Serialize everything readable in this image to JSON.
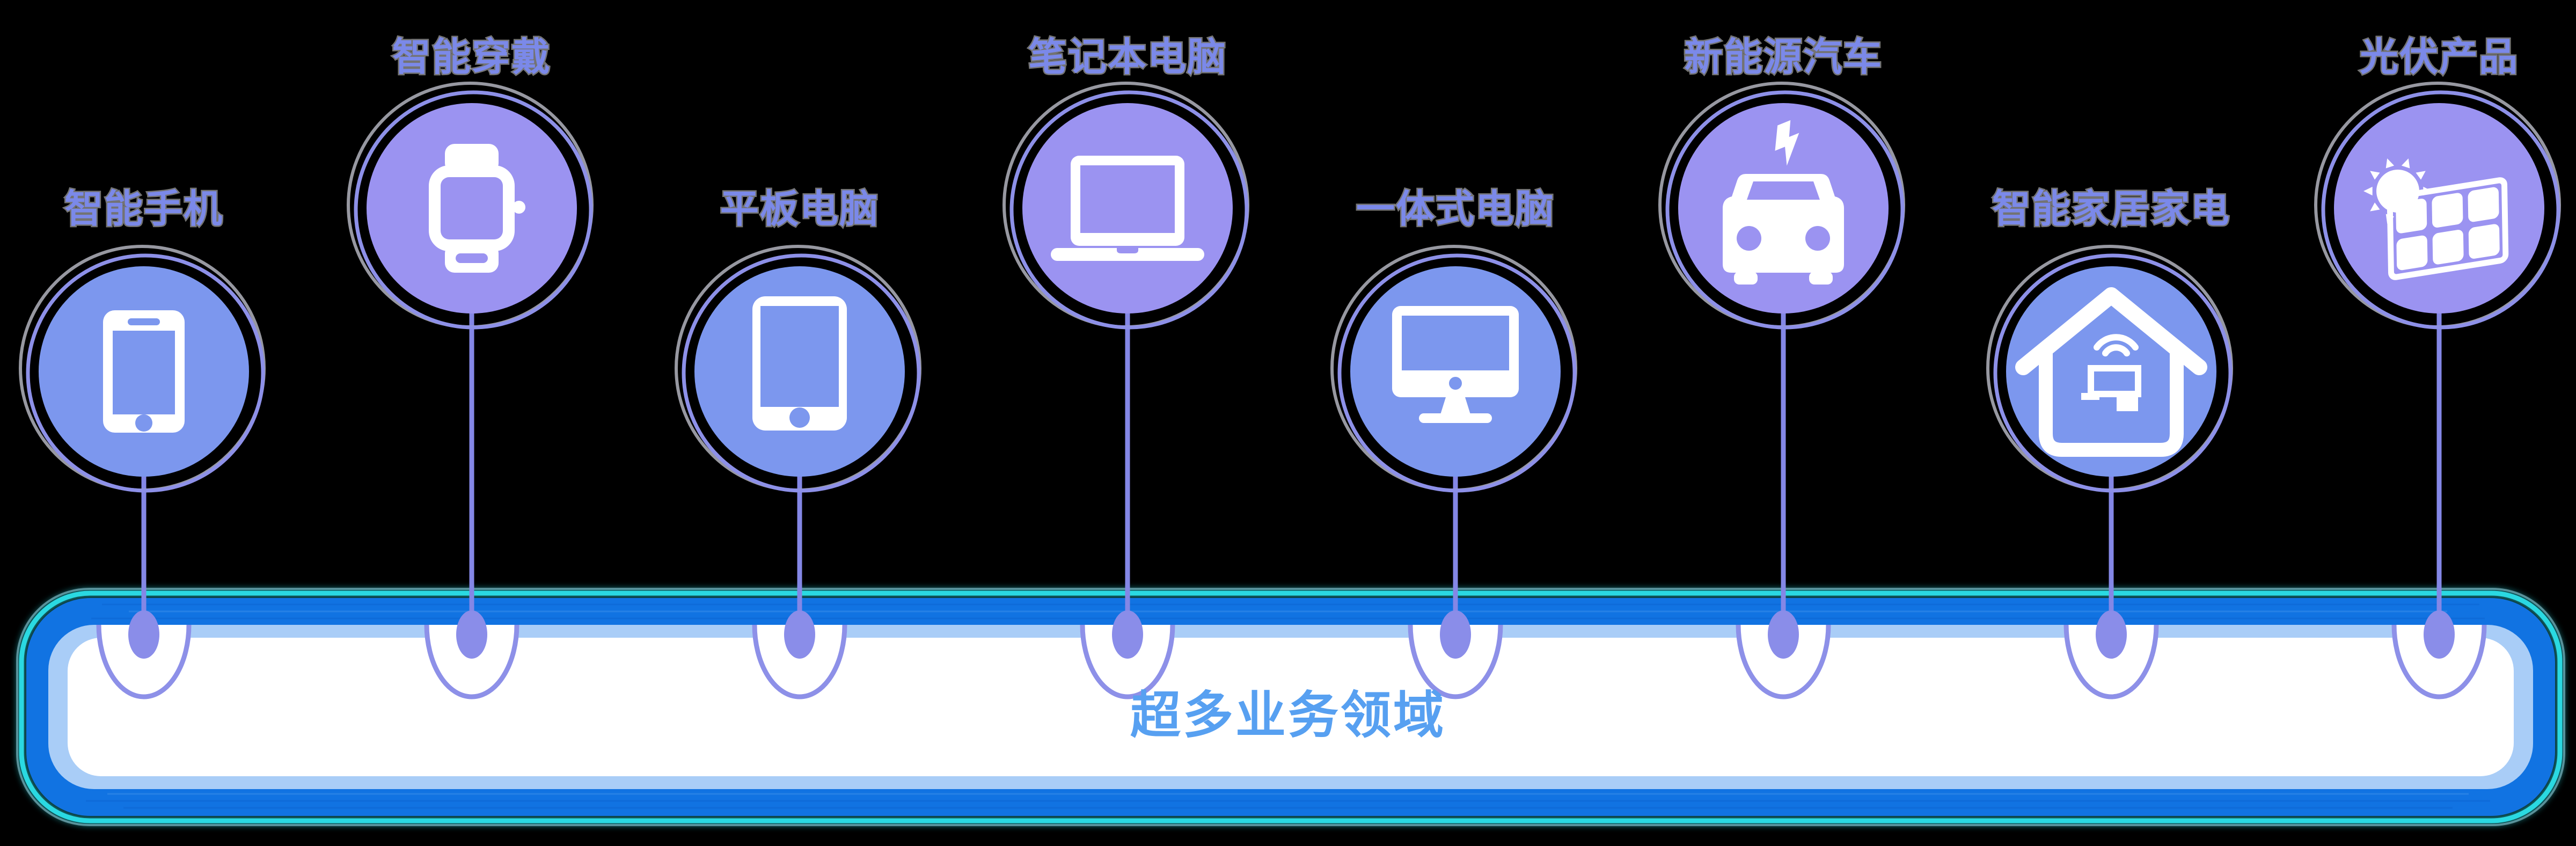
{
  "panel": {
    "title": "超多业务领域",
    "title_color": "#57A0F1",
    "border_color": "#1173E2",
    "inner_border_color": "#A9CDF7",
    "glow_color": "#2BDFE8",
    "body_color": "#FFFFFF"
  },
  "items": [
    {
      "label": "智能手机",
      "icon": "smartphone-icon",
      "variant": "blue"
    },
    {
      "label": "智能穿戴",
      "icon": "smartwatch-icon",
      "variant": "purple"
    },
    {
      "label": "平板电脑",
      "icon": "tablet-icon",
      "variant": "blue"
    },
    {
      "label": "笔记本电脑",
      "icon": "laptop-icon",
      "variant": "purple"
    },
    {
      "label": "一体式电脑",
      "icon": "desktop-icon",
      "variant": "blue"
    },
    {
      "label": "新能源汽车",
      "icon": "ev-car-icon",
      "variant": "purple"
    },
    {
      "label": "智能家居家电",
      "icon": "smart-home-icon",
      "variant": "blue"
    },
    {
      "label": "光伏产品",
      "icon": "solar-panel-icon",
      "variant": "purple"
    }
  ],
  "colors": {
    "background": "#000000",
    "circle_blue": "#7C97EE",
    "circle_purple": "#9B93F1",
    "label_color": "#7B89E9",
    "ring_gray": "#A7A9B2",
    "ring_purple": "#8D90E8",
    "connector_color": "#8487E6",
    "dot_color": "#8A8DE9"
  }
}
